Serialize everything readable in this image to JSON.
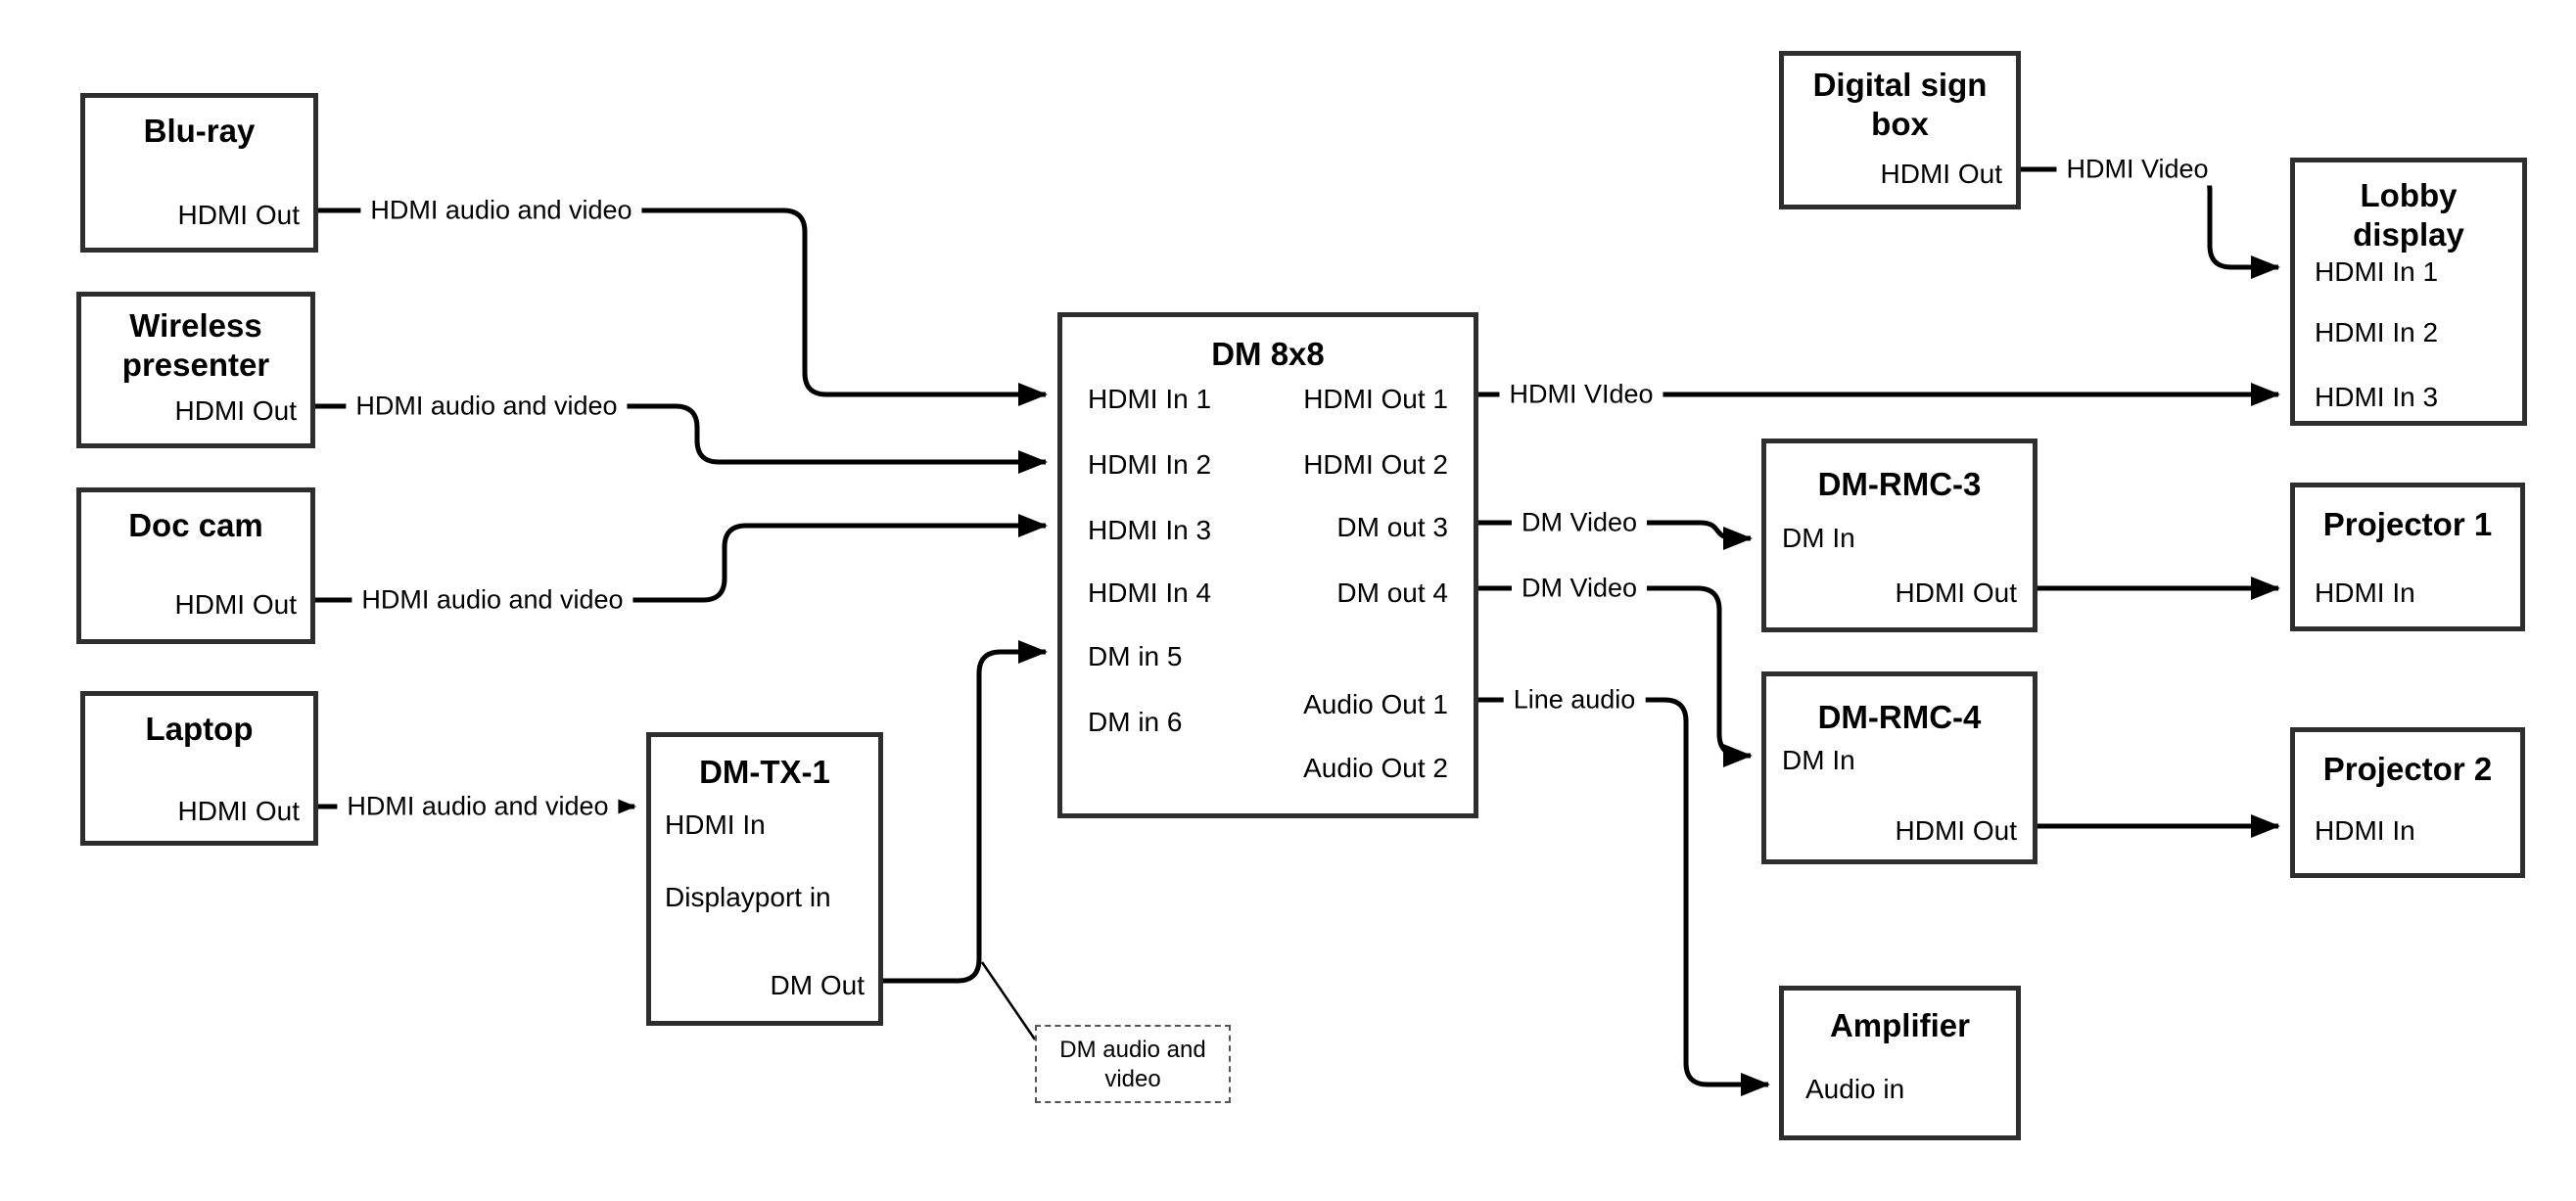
{
  "boxes": {
    "bluray": {
      "title": "Blu-ray",
      "hdmi_out": "HDMI Out"
    },
    "wireless": {
      "title": "Wireless presenter",
      "hdmi_out": "HDMI Out"
    },
    "doc_cam": {
      "title": "Doc cam",
      "hdmi_out": "HDMI Out"
    },
    "laptop": {
      "title": "Laptop",
      "hdmi_out": "HDMI Out"
    },
    "dm_tx_1": {
      "title": "DM-TX-1",
      "hdmi_in": "HDMI In",
      "displayport_in": "Displayport in",
      "dm_out": "DM Out"
    },
    "dm_8x8": {
      "title": "DM 8x8",
      "inputs": [
        "HDMI In 1",
        "HDMI In 2",
        "HDMI In 3",
        "HDMI In 4",
        "DM in 5",
        "DM in 6"
      ],
      "outputs": [
        "HDMI Out 1",
        "HDMI Out 2",
        "DM out 3",
        "DM out 4",
        "Audio Out 1",
        "Audio Out 2"
      ]
    },
    "digital_sign_box": {
      "title": "Digital sign box",
      "hdmi_out": "HDMI Out"
    },
    "lobby_display": {
      "title": "Lobby display",
      "inputs": [
        "HDMI In 1",
        "HDMI In 2",
        "HDMI In 3"
      ]
    },
    "dm_rmc_3": {
      "title": "DM-RMC-3",
      "dm_in": "DM In",
      "hdmi_out": "HDMI Out"
    },
    "projector_1": {
      "title": "Projector 1",
      "hdmi_in": "HDMI In"
    },
    "dm_rmc_4": {
      "title": "DM-RMC-4",
      "dm_in": "DM In",
      "hdmi_out": "HDMI Out"
    },
    "projector_2": {
      "title": "Projector 2",
      "hdmi_in": "HDMI In"
    },
    "amplifier": {
      "title": "Amplifier",
      "audio_in": "Audio in"
    }
  },
  "wire_labels": {
    "bluray_to_dm8x8": "HDMI audio and video",
    "wireless_to_dm8x8": "HDMI audio and video",
    "doccam_to_dm8x8": "HDMI audio and video",
    "laptop_to_dmtx1": "HDMI audio and video",
    "dm8x8_to_lobby": "HDMI VIdeo",
    "digitalsign_to_lobby": "HDMI Video",
    "dm8x8_to_dmrmc3": "DM Video",
    "dm8x8_to_dmrmc4": "DM Video",
    "dm8x8_to_amplifier": "Line audio",
    "dmtx1_callout": "DM audio and video"
  },
  "colors": {
    "wire": "#000000",
    "box_border": "#2e2e2e",
    "background": "#ffffff",
    "text": "#000000"
  }
}
